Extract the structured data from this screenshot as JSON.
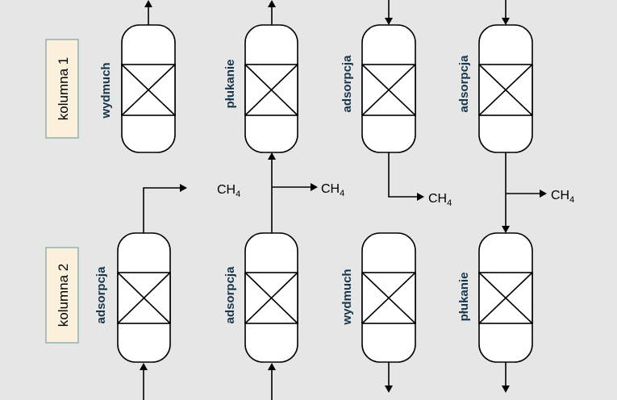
{
  "columns": [
    {
      "label": "kolumna 1"
    },
    {
      "label": "kolumna 2"
    }
  ],
  "row1": [
    {
      "label": "wydmuch"
    },
    {
      "label": "płukanie"
    },
    {
      "label": "adsorpcja"
    },
    {
      "label": "adsorpcja"
    }
  ],
  "row2": [
    {
      "label": "adsorpcja"
    },
    {
      "label": "adsorpcja"
    },
    {
      "label": "wydmuch"
    },
    {
      "label": "płukanie"
    }
  ],
  "streams": [
    {
      "main": "CH",
      "sub": "4"
    },
    {
      "main": "CH",
      "sub": "4"
    },
    {
      "main": "CH",
      "sub": "4"
    },
    {
      "main": "CH",
      "sub": "4"
    }
  ]
}
